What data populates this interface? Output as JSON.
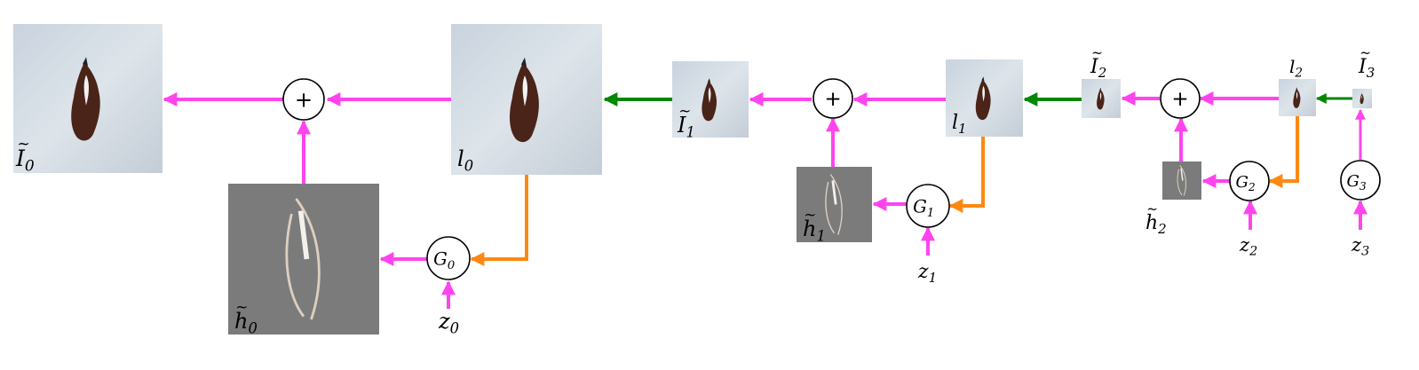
{
  "colors": {
    "upsample": "#008800",
    "combine": "#ff44ee",
    "generator_input": "#ff8811",
    "node_stroke": "#000000"
  },
  "plus_symbol": "+",
  "levels": [
    {
      "image_label": {
        "base": "I",
        "sub": "0"
      },
      "low_label": {
        "base": "l",
        "sub": "0"
      },
      "residual_label": {
        "base": "h",
        "sub": "0"
      },
      "generator_label": {
        "base": "G",
        "sub": "0"
      },
      "noise_label": {
        "base": "z",
        "sub": "0"
      }
    },
    {
      "image_label": {
        "base": "I",
        "sub": "1"
      },
      "low_label": {
        "base": "l",
        "sub": "1"
      },
      "residual_label": {
        "base": "h",
        "sub": "1"
      },
      "generator_label": {
        "base": "G",
        "sub": "1"
      },
      "noise_label": {
        "base": "z",
        "sub": "1"
      }
    },
    {
      "image_label": {
        "base": "I",
        "sub": "2"
      },
      "low_label": {
        "base": "l",
        "sub": "2"
      },
      "residual_label": {
        "base": "h",
        "sub": "2"
      },
      "generator_label": {
        "base": "G",
        "sub": "2"
      },
      "noise_label": {
        "base": "z",
        "sub": "2"
      }
    },
    {
      "image_label": {
        "base": "I",
        "sub": "3"
      },
      "generator_label": {
        "base": "G",
        "sub": "3"
      },
      "noise_label": {
        "base": "z",
        "sub": "3"
      }
    }
  ]
}
